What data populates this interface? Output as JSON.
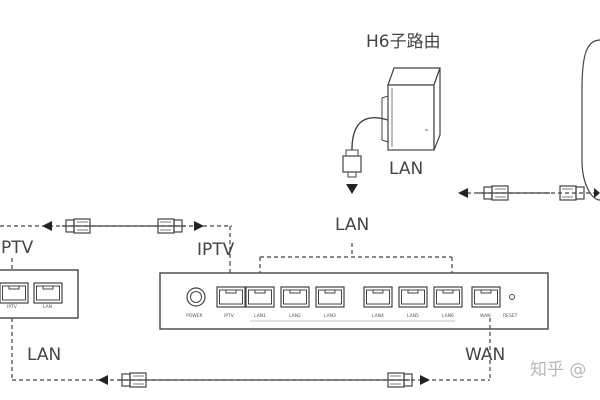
{
  "diagram": {
    "sub_router_title": "H6子路由",
    "labels": {
      "lan_top_right": "LAN",
      "lan_center": "LAN",
      "iptv_left": "IPTV",
      "iptv_center": "IPTV",
      "lan_bottom_left": "LAN",
      "wan": "WAN"
    },
    "main_router_ports": [
      "POWER",
      "IPTV",
      "LAN1",
      "LAN2",
      "LAN3",
      "LAN4",
      "LAN5",
      "LAN6",
      "WAN",
      "RESET"
    ],
    "stb_ports": [
      "IPTV",
      "LAN"
    ],
    "watermark": "知乎 @"
  }
}
